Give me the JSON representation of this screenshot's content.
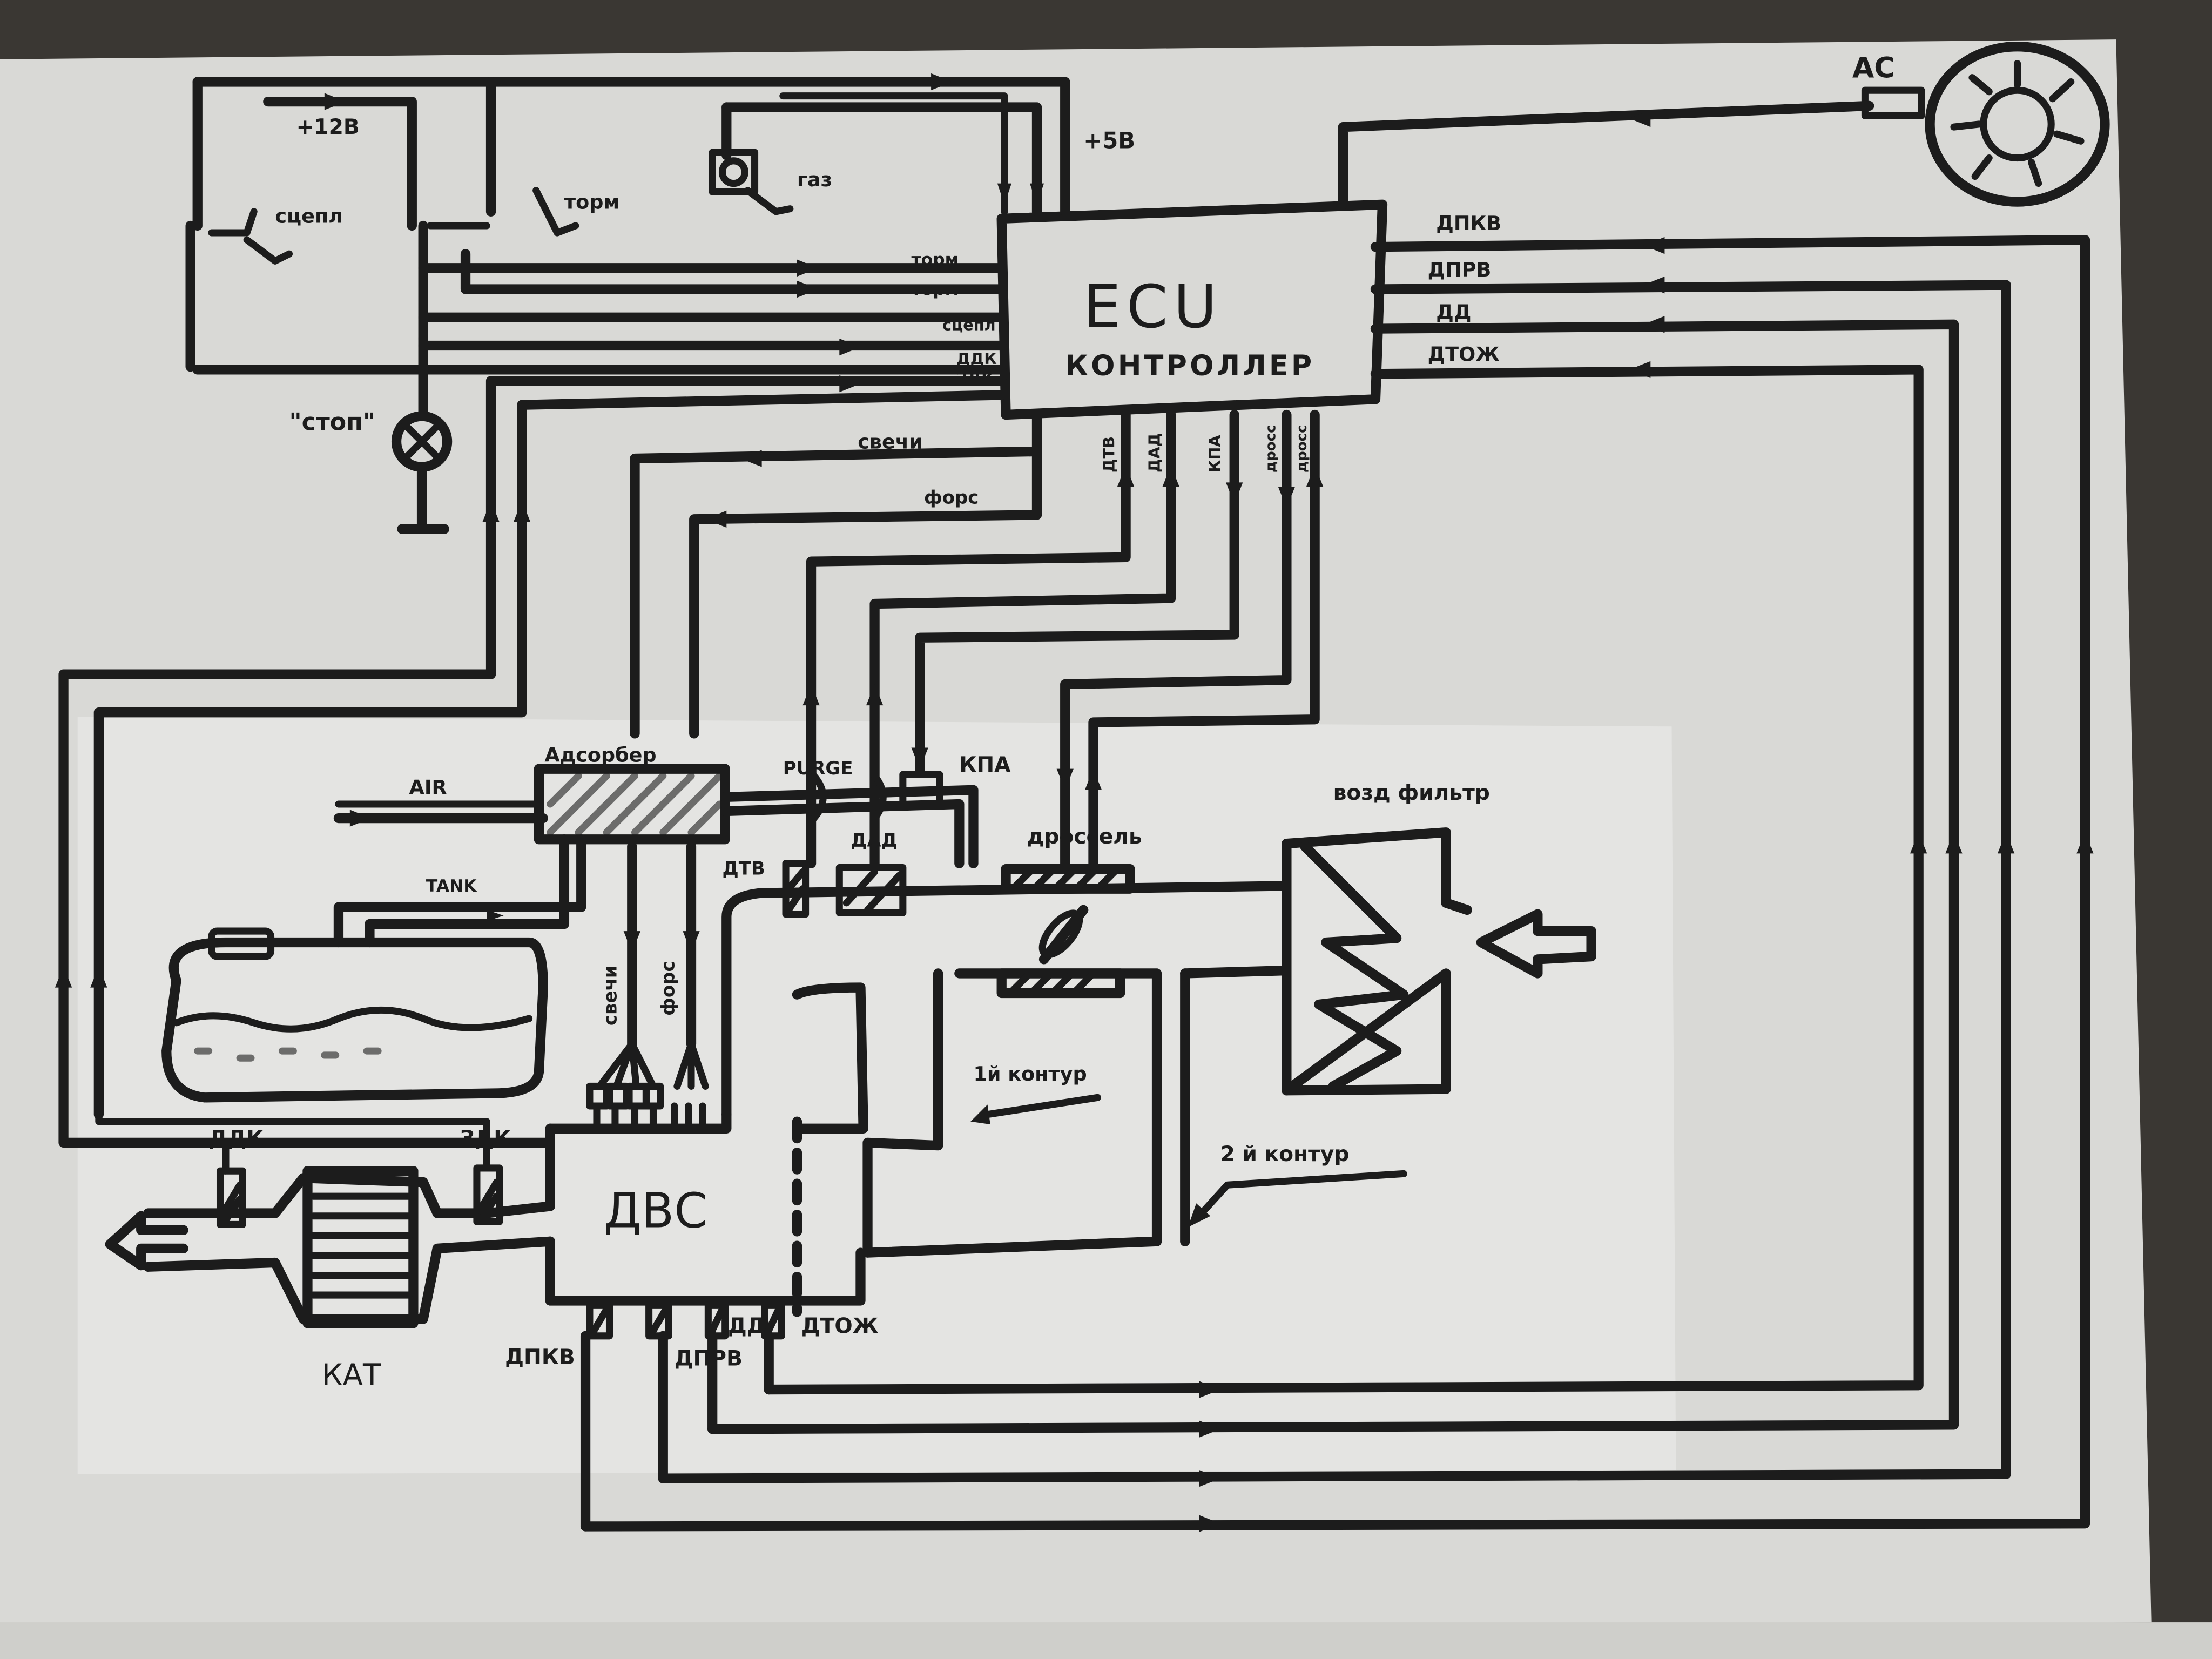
{
  "ecu": {
    "title": "ECU",
    "subtitle": "КОНТРОЛЛЕР"
  },
  "switches": {
    "clutch": "сцепл",
    "brake": "торм",
    "gas": "газ"
  },
  "power": {
    "plus12": "+12В",
    "plus5": "+5В"
  },
  "stop_lamp": "\"стоп\"",
  "ecu_left_inputs": [
    "торм",
    "торм",
    "сцепл",
    "ДДК",
    "ЗДК"
  ],
  "ecu_left_outputs": [
    "свечи",
    "форс"
  ],
  "ecu_bottom_pins": [
    "ДТВ",
    "ДАД",
    "КПА",
    "дросс",
    "дросс"
  ],
  "ecu_right_inputs": [
    "ДПКВ",
    "ДПРВ",
    "ДД",
    "ДТОЖ"
  ],
  "ac_label": "AC",
  "components": {
    "adsorber": "Адсорбер",
    "air": "AIR",
    "tank": "TANK",
    "purge": "PURGE",
    "kpa": "КПА",
    "dtv": "ДТВ",
    "dad": "ДАД",
    "throttle": "дроссель",
    "air_filter": "возд фильтр",
    "spark_plugs": "свечи",
    "injectors": "форс",
    "circuit1": "1й контур",
    "circuit2": "2 й контур",
    "engine": "ДВС",
    "ddk": "ДДК",
    "zdk": "ЗДК",
    "cat": "КАТ",
    "dpkv": "ДПКВ",
    "dprv": "ДПРВ",
    "dd": "ДД",
    "dtozh": "ДТОЖ"
  }
}
